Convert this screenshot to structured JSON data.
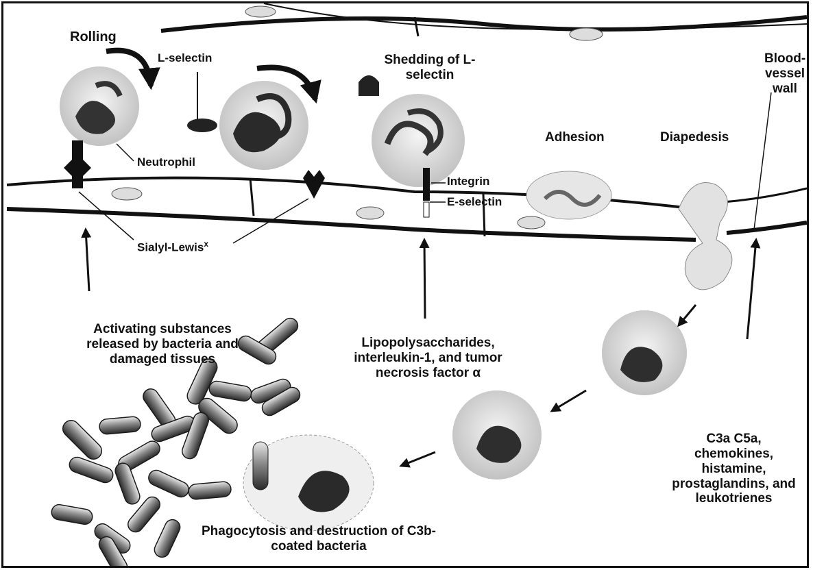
{
  "diagram": {
    "labels": {
      "rolling": "Rolling",
      "l_selectin": "L-selectin",
      "shedding": "Shedding of L-selectin",
      "blood_vessel_wall": "Blood-vessel wall",
      "neutrophil": "Neutrophil",
      "adhesion": "Adhesion",
      "diapedesis": "Diapedesis",
      "integrin": "Integrin",
      "e_selectin": "E-selectin",
      "sialyl_lewis": "Sialyl-Lewis",
      "sialyl_lewis_sup": "x",
      "activating": "Activating substances released by bacteria and damaged tissues",
      "lps": "Lipopolysaccharides, interleukin-1, and tumor necrosis factor α",
      "chemo": "C3a  C5a, chemokines, histamine, prostaglandins, and leukotrienes",
      "phago": "Phagocytosis and destruction of C3b-coated bacteria"
    }
  }
}
